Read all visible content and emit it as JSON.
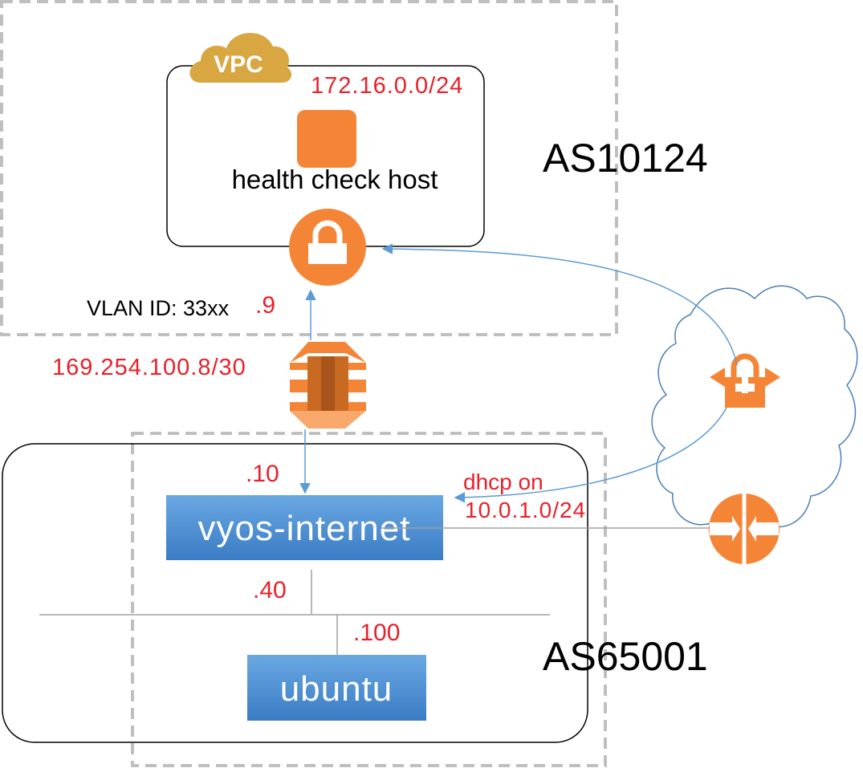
{
  "vpc": {
    "badge": "VPC",
    "cidr": "172.16.0.0/24",
    "host_label": "health check host",
    "as_label": "AS10124"
  },
  "link": {
    "vlan_label": "VLAN ID: 33xx",
    "aws_ip": ".9",
    "cidr": "169.254.100.8/30"
  },
  "onprem": {
    "router_ip": ".10",
    "router_label": "vyos-internet",
    "dhcp_line1": "dhcp on",
    "dhcp_line2": "10.0.1.0/24",
    "lan_ip": ".40",
    "host_ip": ".100",
    "host_label": "ubuntu",
    "as_label": "AS65001"
  },
  "colors": {
    "orange": "#f58536",
    "vpc_badge": "#d9a741",
    "label_red": "#e8202a",
    "box_blue": "#4a90d9",
    "arrow_blue": "#5b9bd5",
    "dashed_gray": "#bfbfbf"
  }
}
